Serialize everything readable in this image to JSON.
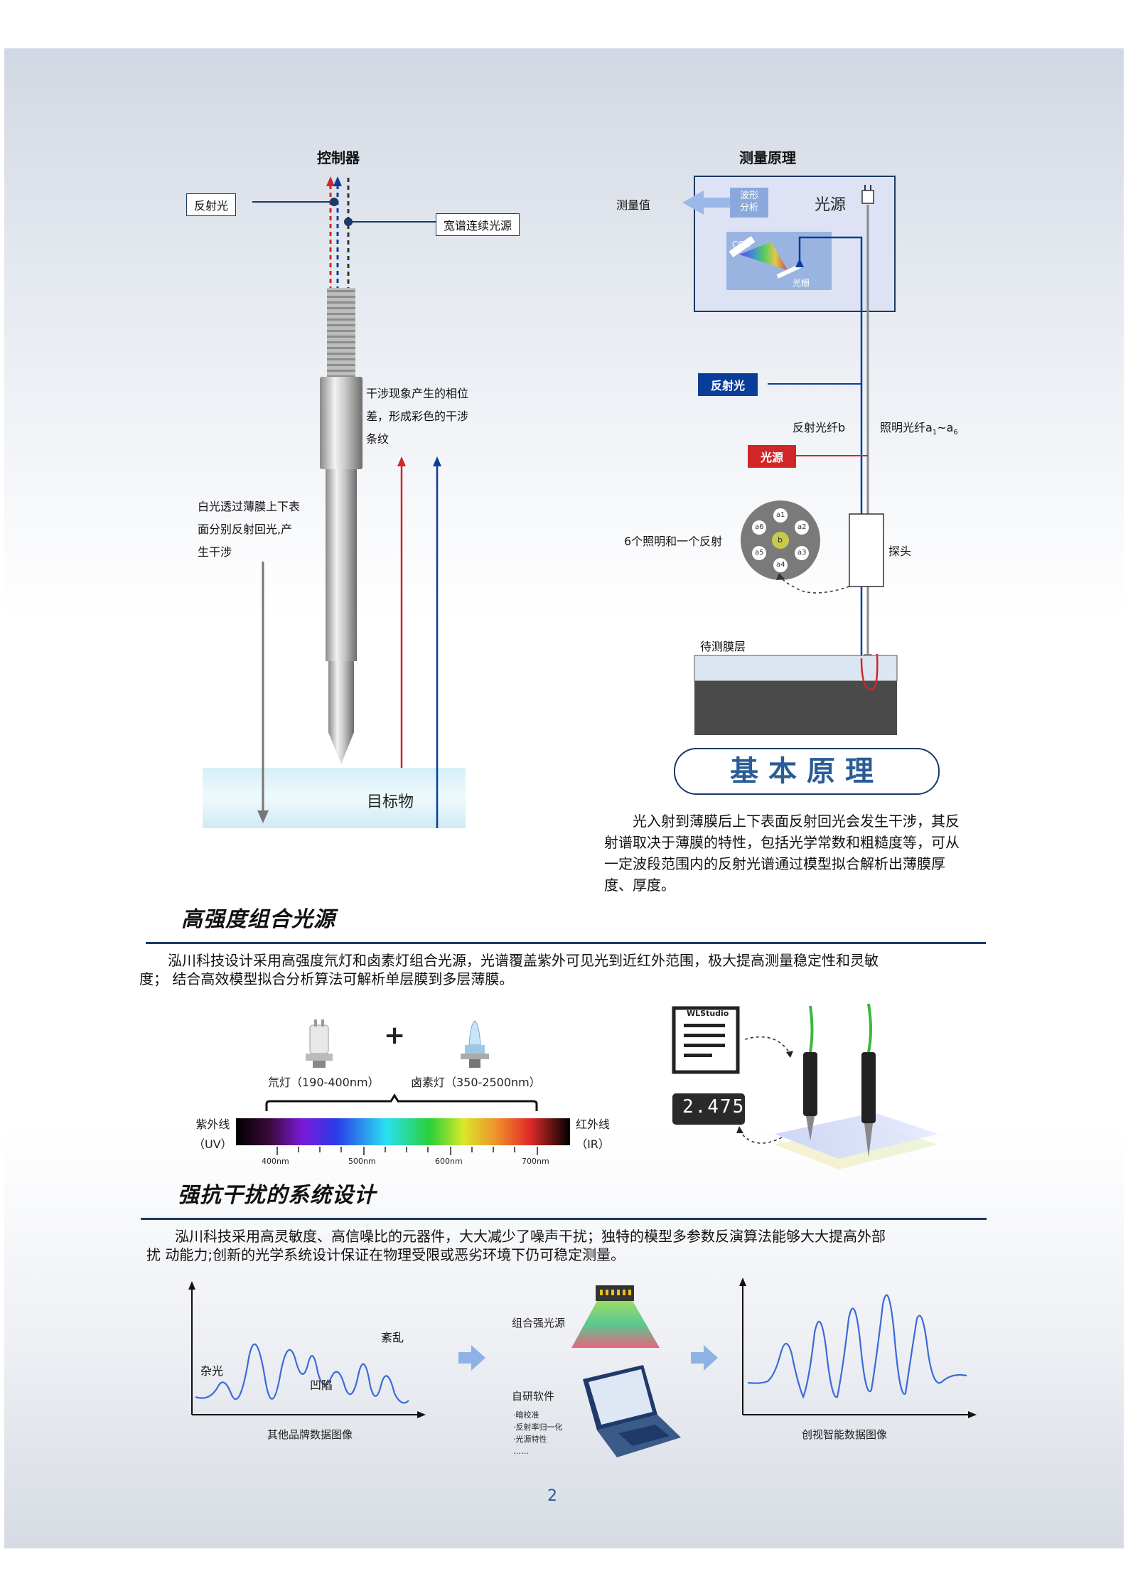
{
  "probe": {
    "title": "控制器",
    "reflect_label": "反射光",
    "broadband_label": "宽谱连续光源",
    "interference_text": [
      "干涉现象产生的相位",
      "差，形成彩色的干涉",
      "条纹"
    ],
    "white_light_text": [
      "白光透过薄膜上下表",
      "面分别反射回光,产",
      "生干涉"
    ],
    "target_label": "目标物"
  },
  "principle": {
    "title": "测量原理",
    "measure_value": "测量值",
    "waveform": [
      "波形",
      "分析"
    ],
    "light_source": "光源",
    "ccd": "CCD",
    "grating": "光栅",
    "reflect_tag": "反射光",
    "reflect_fiber": "反射光纤b",
    "illum_fiber": "照明光纤a",
    "illum_sub1": "1",
    "illum_tilde": "~a",
    "illum_sub2": "6",
    "source_tag": "光源",
    "bundle_label": "6个照明和一个反射",
    "probe_label": "探头",
    "film_label": "待测膜层",
    "bundle_letters": [
      "a1",
      "a2",
      "a3",
      "a4",
      "a5",
      "a6",
      "b"
    ]
  },
  "basic_principle": {
    "title": "基本原理",
    "text": [
      "光入射到薄膜后上下表面反射回光会发生干涉，其反",
      "射谱取决于薄膜的特性，包括光学常数和粗糙度等，可从",
      "一定波段范围内的反射光谱通过模型拟合解析出薄膜厚",
      "度、厚度。"
    ]
  },
  "section1": {
    "title": "高强度组合光源",
    "text": [
      "泓川科技设计采用高强度氘灯和卤素灯组合光源，光谱覆盖紫外可见光到近红外范围，极大提高测量稳定性和灵敏",
      "度； 结合高效模型拟合分析算法可解析单层膜到多层薄膜。"
    ],
    "plus": "+",
    "lamp1": "氘灯（190-400nm）",
    "lamp2": "卤素灯（350-2500nm）",
    "uv_label": [
      "紫外线",
      "（UV）"
    ],
    "ir_label": [
      "红外线",
      "（IR）"
    ],
    "ticks": [
      "400nm",
      "500nm",
      "600nm",
      "700nm"
    ],
    "software_name": "WLStudio",
    "display_value": "2.475"
  },
  "section2": {
    "title": "强抗干扰的系统设计",
    "text": [
      "泓川科技采用高灵敏度、高信噪比的元器件，大大减少了噪声干扰；独特的模型多参数反演算法能够大大提高外部",
      "扰 动能力;创新的光学系统设计保证在物理受限或恶劣环境下仍可稳定测量。"
    ],
    "stray": "杂光",
    "dent": "凹陷",
    "chaos": "紊乱",
    "left_caption": "其他品牌数据图像",
    "combo_source": "组合强光源",
    "software": "自研软件",
    "features": [
      "·暗校准",
      "·反射率归一化",
      "·光源特性",
      "……"
    ],
    "right_caption": "创视智能数据图像"
  },
  "page_number": "2",
  "colors": {
    "navy": "#1b3a64",
    "blue": "#0a3d9a",
    "red": "#d0262a",
    "accent": "#2a5c96"
  }
}
